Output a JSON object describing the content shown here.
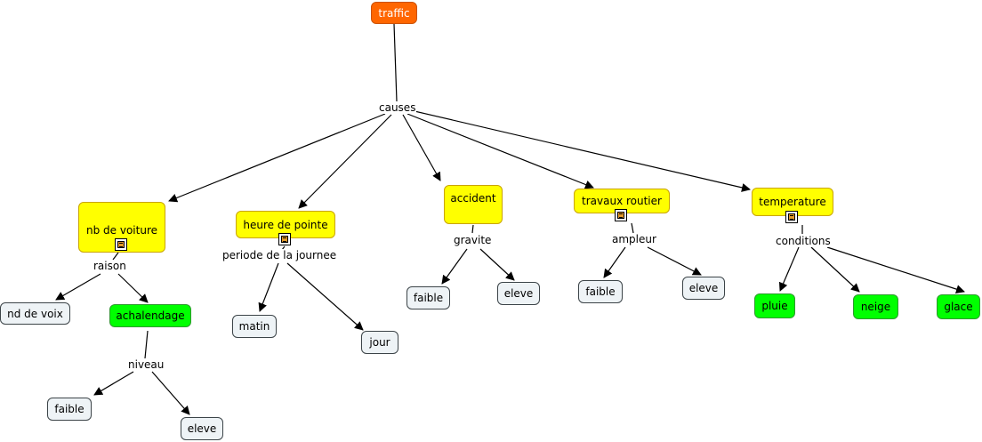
{
  "concepts": {
    "traffic": "traffic",
    "nb_voiture": "nb de voiture",
    "heure_pointe": "heure de pointe",
    "accident": "accident",
    "travaux": "travaux routier",
    "temperature": "temperature",
    "nd_voix": "nd de voix",
    "achalendage": "achalendage",
    "faible_1": "faible",
    "eleve_1": "eleve",
    "matin": "matin",
    "jour": "jour",
    "faible_2": "faible",
    "eleve_2": "eleve",
    "faible_3": "faible",
    "eleve_3": "eleve",
    "pluie": "pluie",
    "neige": "neige",
    "glace": "glace"
  },
  "links": {
    "causes": "causes",
    "raison": "raison",
    "niveau": "niveau",
    "periode": "periode de la journee",
    "gravite": "gravite",
    "ampleur": "ampleur",
    "conditions": "conditions"
  },
  "colors": {
    "root": "#ff6600",
    "main": "#ffff00",
    "leaf_green": "#00ff00",
    "leaf_pale": "#eef3f6",
    "line": "#000000"
  },
  "icons": [
    "resource-icon"
  ]
}
